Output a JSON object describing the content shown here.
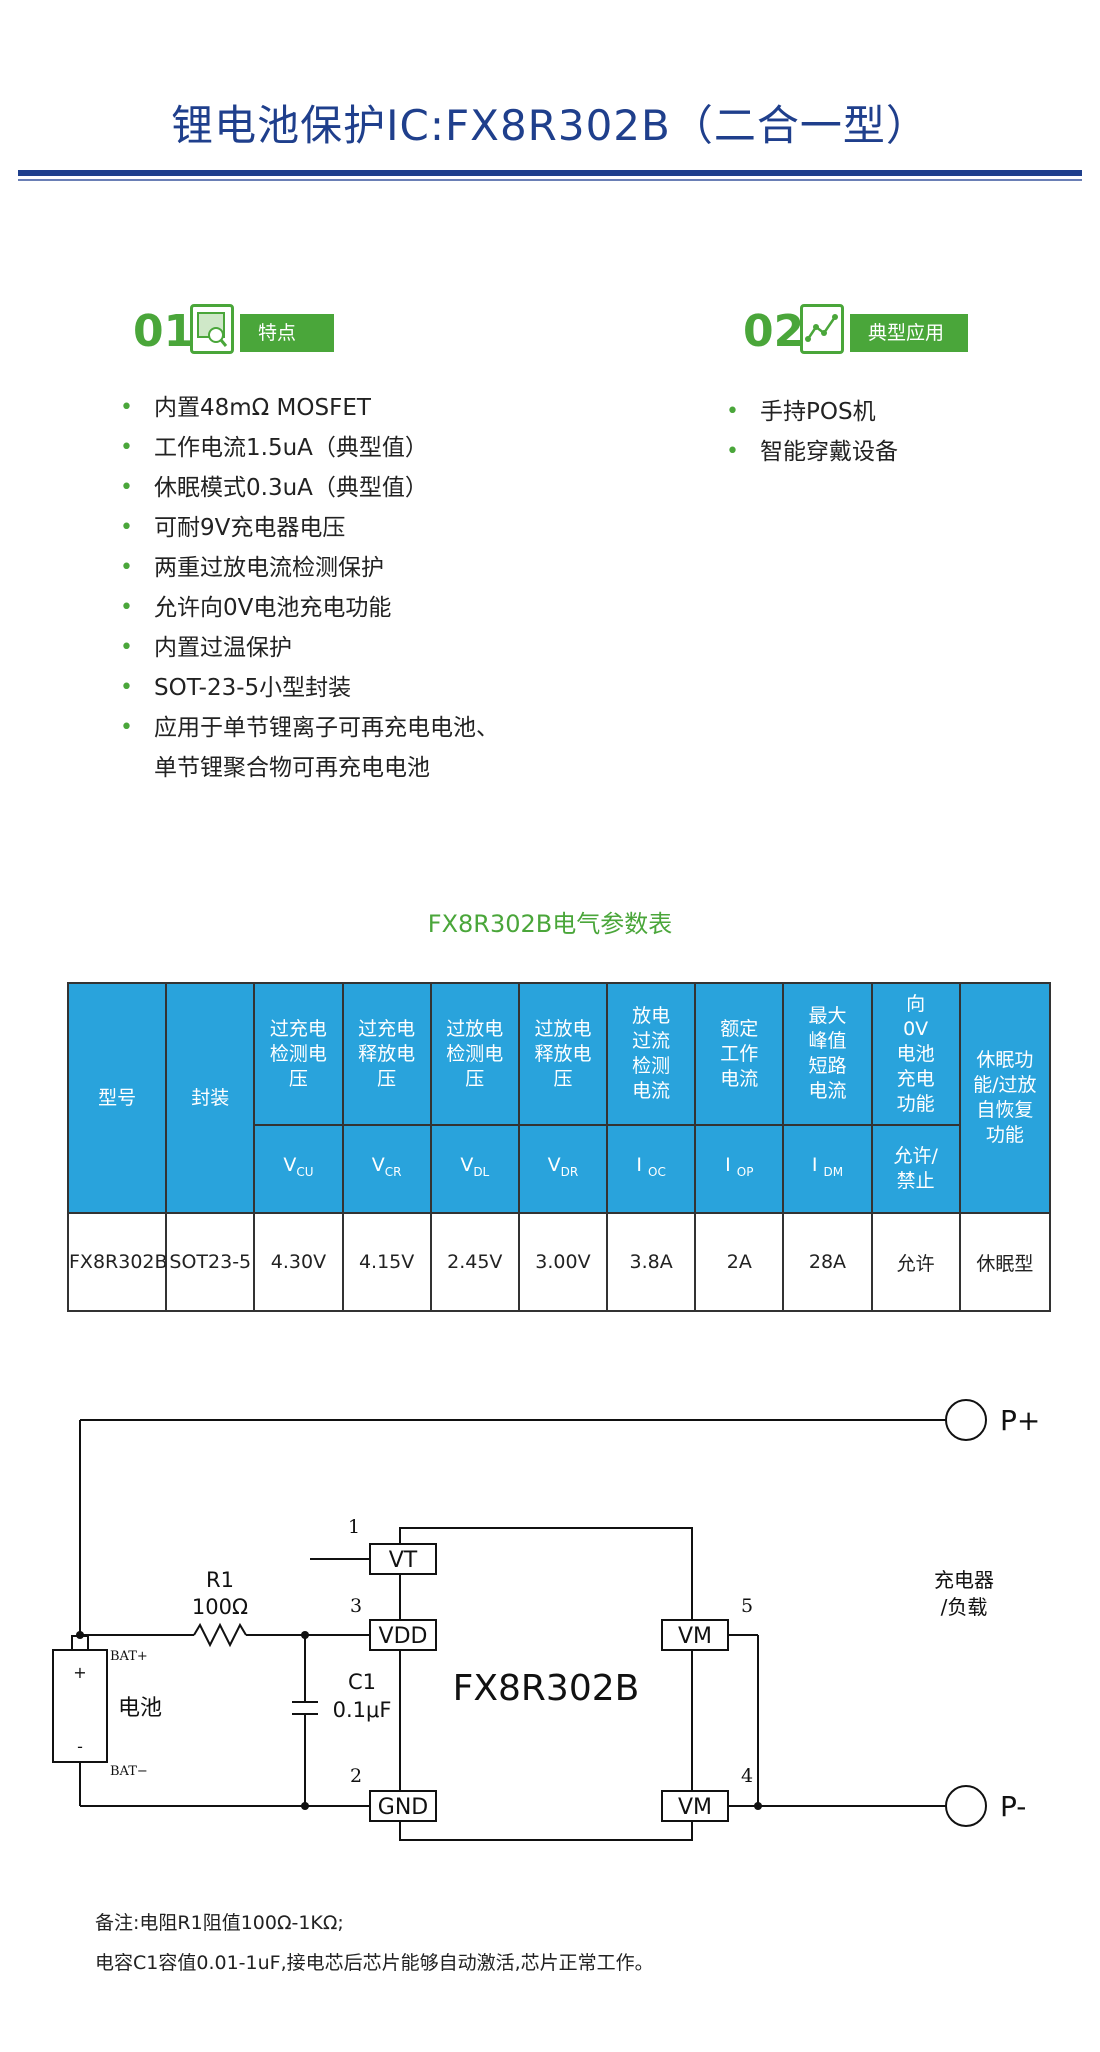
{
  "title": "锂电池保护IC:FX8R302B（二合一型）",
  "features": {
    "number": "01",
    "label": "特点",
    "items": [
      "内置48mΩ MOSFET",
      "工作电流1.5uA（典型值）",
      "休眠模式0.3uA（典型值）",
      "可耐9V充电器电压",
      "两重过放电流检测保护",
      "允许向0V电池充电功能",
      "内置过温保护",
      "SOT-23-5小型封装",
      "应用于单节锂离子可再充电电池、"
    ],
    "item_continuation": "单节锂聚合物可再充电电池"
  },
  "applications": {
    "number": "02",
    "label": "典型应用",
    "items": [
      "手持POS机",
      "智能穿戴设备"
    ]
  },
  "table": {
    "title": "FX8R302B电气参数表",
    "headers": {
      "model": "型号",
      "package": "封装",
      "vcu": "过充电检测电压",
      "vcr": "过充电释放电压",
      "vdl": "过放电检测电压",
      "vdr": "过放电释放电压",
      "ioc": "放电过流检测电流",
      "iop": "额定工作电流",
      "idm": "最大峰值短路电流",
      "zero_v": "向0V电池充电功能",
      "sleep": "休眠功能/过放自恢复功能"
    },
    "symbols": {
      "vcu": {
        "main": "V",
        "sub": "CU"
      },
      "vcr": {
        "main": "V",
        "sub": "CR"
      },
      "vdl": {
        "main": "V",
        "sub": "DL"
      },
      "vdr": {
        "main": "V",
        "sub": "DR"
      },
      "ioc": {
        "main": "I",
        "sub": "OC"
      },
      "iop": {
        "main": "I",
        "sub": "OP"
      },
      "idm": {
        "main": "I",
        "sub": "DM"
      },
      "zero_v": "允许/禁止"
    },
    "row": {
      "model": "FX8R302B",
      "package": "SOT23-5",
      "vcu": "4.30V",
      "vcr": "4.15V",
      "vdl": "2.45V",
      "vdr": "3.00V",
      "ioc": "3.8A",
      "iop": "2A",
      "idm": "28A",
      "zero_v": "允许",
      "sleep": "休眠型"
    }
  },
  "circuit": {
    "chip": "FX8R302B",
    "pins": {
      "vt": "VT",
      "vdd": "VDD",
      "gnd": "GND",
      "vm_top": "VM",
      "vm_bottom": "VM"
    },
    "pin_numbers": {
      "vt": "1",
      "vdd": "3",
      "gnd": "2",
      "vm_top": "5",
      "vm_bottom": "4"
    },
    "r1": {
      "name": "R1",
      "value": "100Ω"
    },
    "c1": {
      "name": "C1",
      "value": "0.1μF"
    },
    "battery": {
      "label": "电池",
      "plus": "+",
      "minus": "-",
      "bat_plus": "BAT+",
      "bat_minus": "BAT−"
    },
    "p_plus": "P+",
    "p_minus": "P-",
    "load_line1": "充电器",
    "load_line2": "/负载"
  },
  "notes": {
    "line1": "备注:电阻R1阻值100Ω-1KΩ;",
    "line2": "电容C1容值0.01-1uF,接电芯后芯片能够自动激活,芯片正常工作。"
  }
}
